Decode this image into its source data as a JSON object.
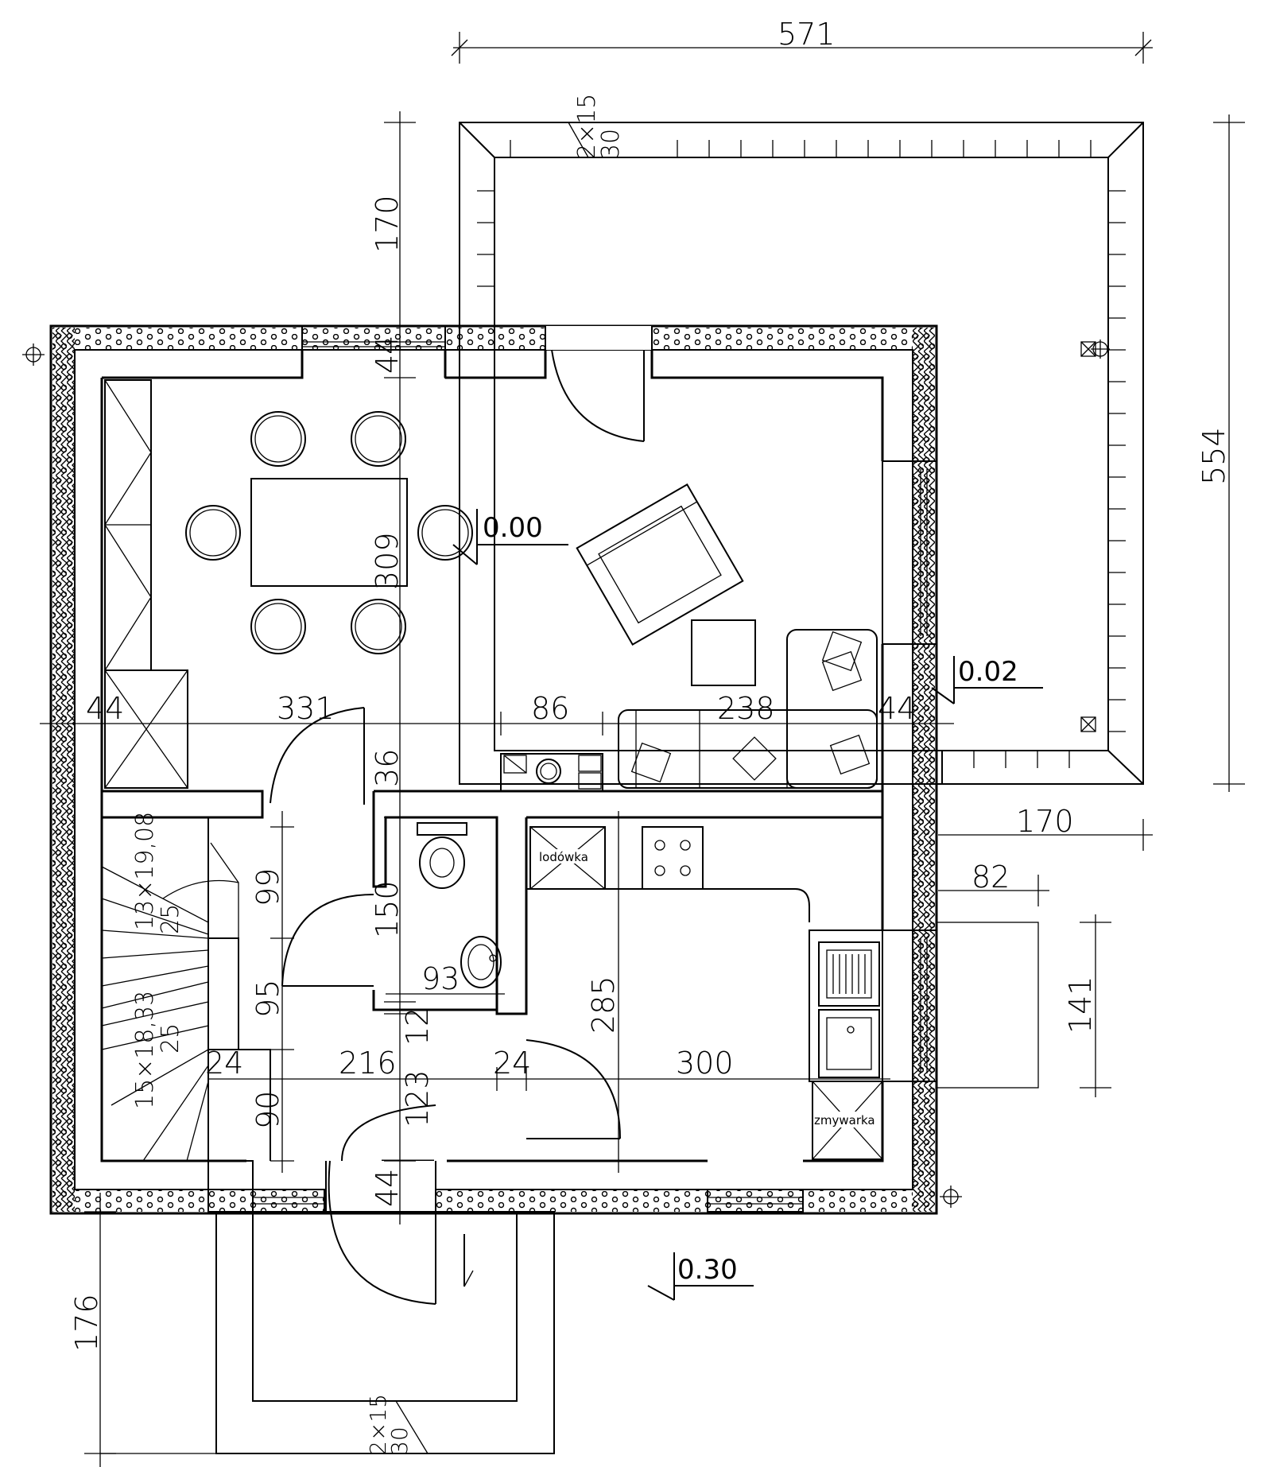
{
  "plan": {
    "dimensions": {
      "top_width": "571",
      "terrace_depth": "170",
      "terrace_height": "554",
      "wall_left": "44",
      "living_width": "331",
      "kitchen_unit": "86",
      "sofa_width": "238",
      "wall_right": "44",
      "room_height": "309",
      "wall_top": "44",
      "wall_36": "36",
      "terrace_right": "170",
      "window_82": "82",
      "window_141": "141",
      "hall_99": "99",
      "hall_95": "95",
      "hall_90": "90",
      "wc_150": "150",
      "wc_93": "93",
      "wc_12": "12",
      "kitchen_285": "285",
      "hall_216": "216",
      "hall_24a": "24",
      "hall_24b": "24",
      "kitchen_300": "300",
      "door_123": "123",
      "wall_bottom": "44",
      "porch_176": "176"
    },
    "stairs": {
      "upper": "13×19,08",
      "upper_tread": "25",
      "lower": "15×18,33",
      "lower_tread": "25"
    },
    "steps_top": {
      "size": "2×15",
      "depth": "30"
    },
    "steps_bottom": {
      "size": "2×15",
      "depth": "30"
    },
    "levels": {
      "living": "0.00",
      "terrace": "0.02",
      "outside": "0.30"
    },
    "labels": {
      "fridge": "lodówka",
      "dishwasher": "zmywarka"
    }
  }
}
